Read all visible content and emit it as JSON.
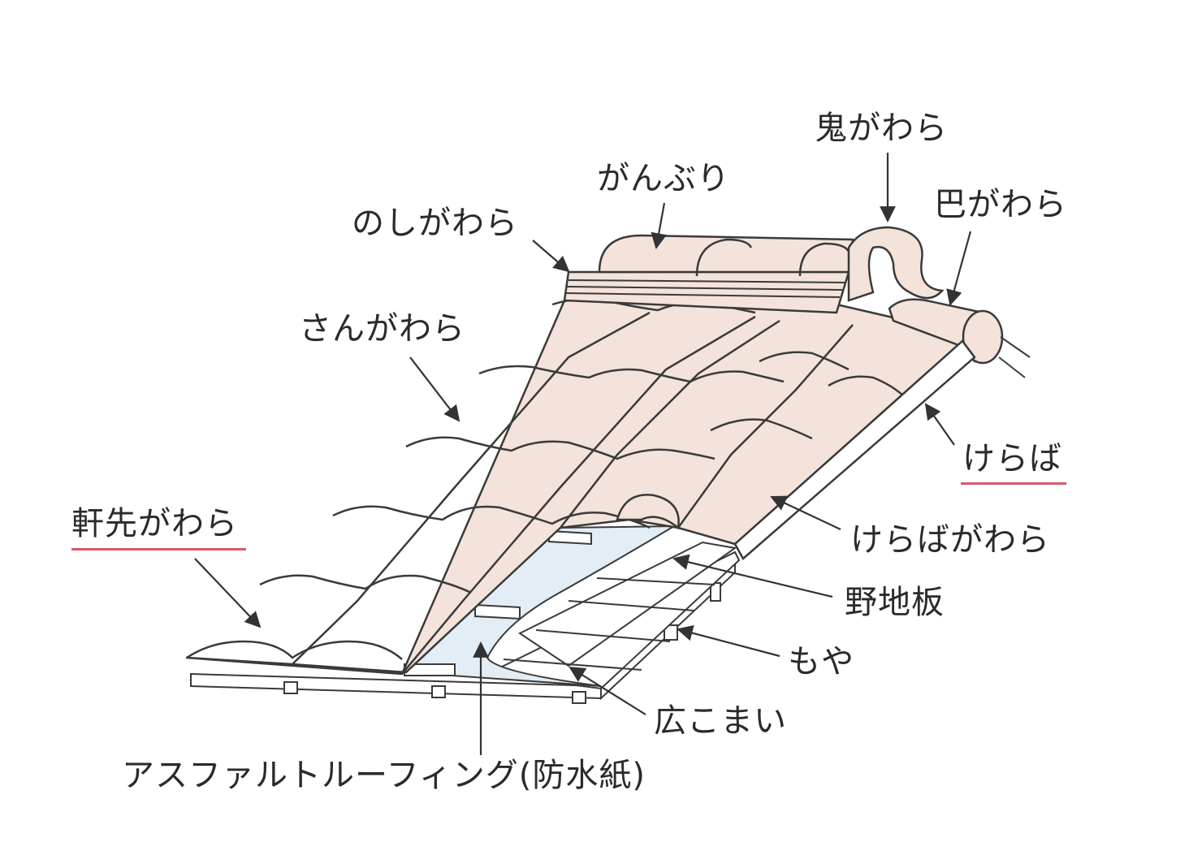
{
  "colors": {
    "tile": "#f3e3da",
    "tile_stroke": "#3a3a3a",
    "felt": "#e3edf6",
    "wood": "#ffffff",
    "arrow": "#333333",
    "underline": "#d85a6a",
    "text": "#2a2a2a"
  },
  "labels": {
    "onigawara": "鬼がわら",
    "ganburi": "がんぶり",
    "tomoegawara": "巴がわら",
    "noshigawara": "のしがわら",
    "sangawara": "さんがわら",
    "keraba": "けらば",
    "nokisakigawara": "軒先がわら",
    "kerabagawara": "けらばがわら",
    "nojiita": "野地板",
    "moya": "もや",
    "hirokomai": "広こまい",
    "asphalt": "アスファルトルーフィング(防水紙)"
  }
}
